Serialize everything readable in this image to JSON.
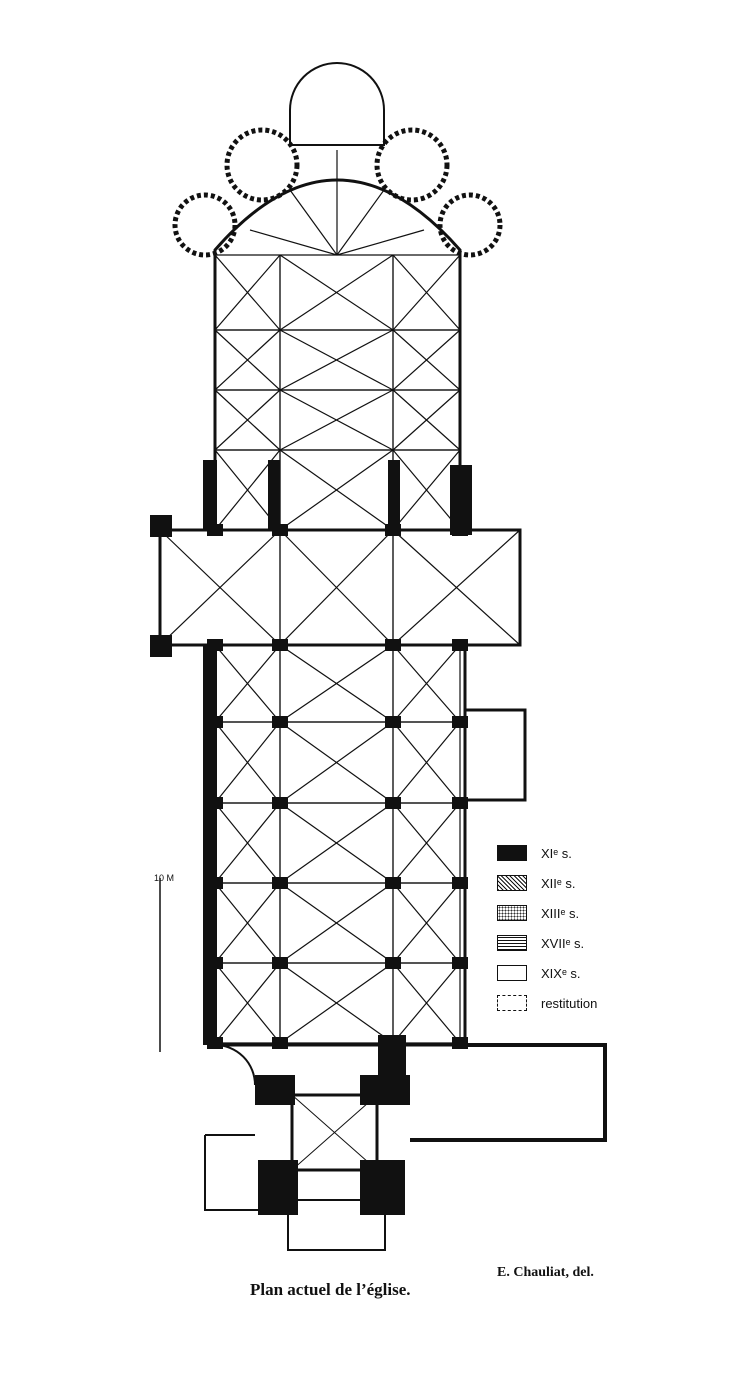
{
  "legend": [
    {
      "label": "XIᵉ s.",
      "pattern": "black"
    },
    {
      "label": "XIIᵉ s.",
      "pattern": "hatch"
    },
    {
      "label": "XIIIᵉ s.",
      "pattern": "dots"
    },
    {
      "label": "XVIIᵉ s.",
      "pattern": "lines"
    },
    {
      "label": "XIXᵉ s.",
      "pattern": "white"
    },
    {
      "label": "restitution",
      "pattern": "dashed"
    }
  ],
  "scale": {
    "label": "10 M"
  },
  "credit": "E. Chauliat, del.",
  "caption": "Plan actuel de l’église."
}
